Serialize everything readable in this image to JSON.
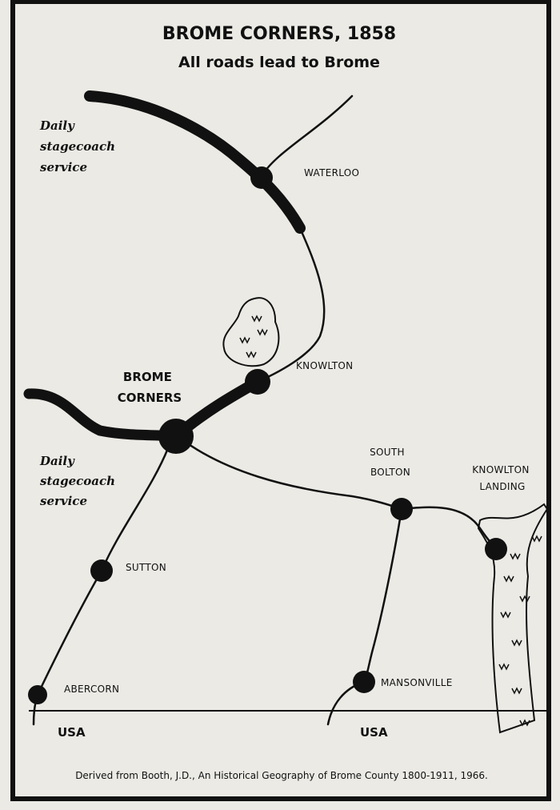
{
  "title": "BROME CORNERS, 1858",
  "subtitle": "All roads lead to Brome",
  "stage_note_top": [
    "Daily",
    "stagecoach",
    "service"
  ],
  "stage_note_bottom": [
    "Daily",
    "stagecoach",
    "service"
  ],
  "places": {
    "waterloo": "WATERLOO",
    "knowlton": "KNOWLTON",
    "brome_corners": [
      "BROME",
      "CORNERS"
    ],
    "south_bolton": [
      "SOUTH",
      "BOLTON"
    ],
    "knowlton_landing": [
      "KNOWLTON",
      "LANDING"
    ],
    "sutton": "SUTTON",
    "abercorn": "ABERCORN",
    "mansonville": "MANSONVILLE"
  },
  "border_labels": {
    "left": "USA",
    "right": "USA"
  },
  "source": "Derived from Booth, J.D., An Historical Geography of Brome County 1800-1911, 1966.",
  "colors": {
    "ink": "#111111",
    "paper": "#ebeae5"
  }
}
